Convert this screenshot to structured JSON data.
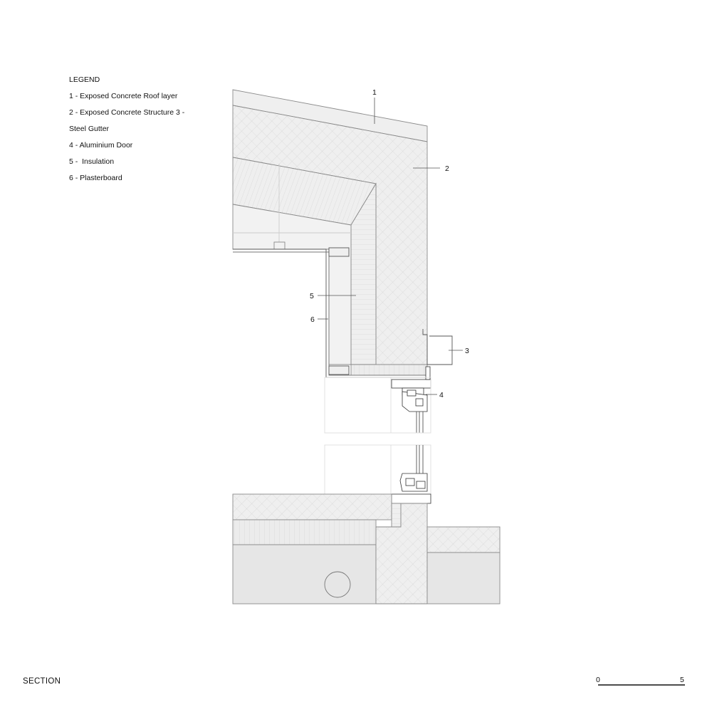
{
  "legend": {
    "heading": "LEGEND",
    "items": [
      "1 - Exposed Concrete Roof layer",
      "2 - Exposed Concrete Structure 3 -",
      "Steel Gutter",
      "4 - Aluminium Door",
      "5 -  Insulation",
      "6 - Plasterboard"
    ]
  },
  "callouts": [
    "1",
    "2",
    "3",
    "4",
    "5",
    "6"
  ],
  "drawing_title": "SECTION",
  "scale_bar": {
    "start": "0",
    "end": "5"
  },
  "colors": {
    "line": "#8a8a8a",
    "fill": "#efefef",
    "ground": "#e6e6e6",
    "hatch": "#c8c8c8"
  }
}
